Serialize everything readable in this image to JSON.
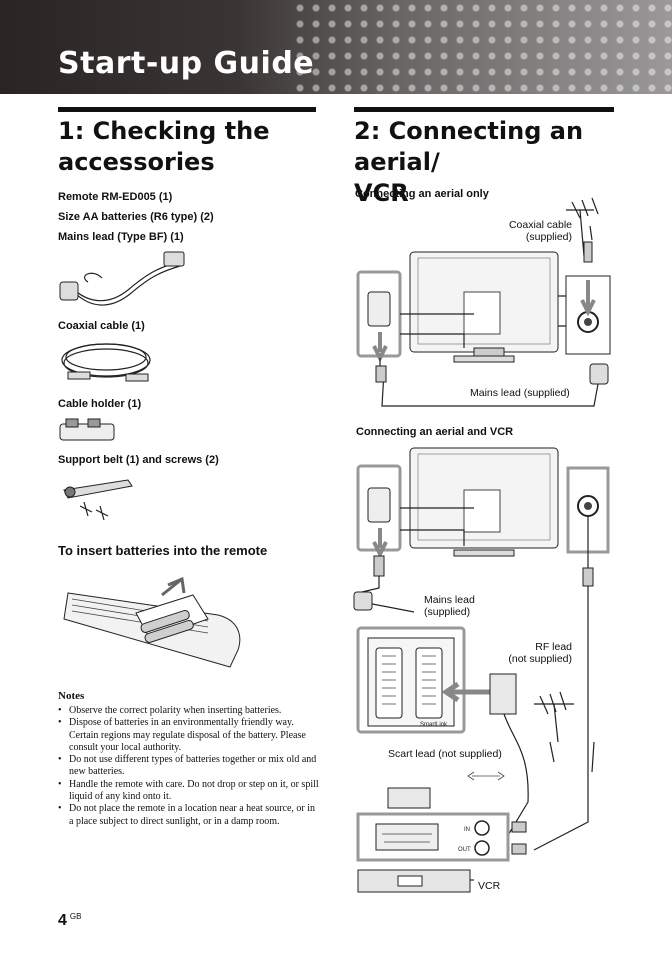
{
  "header": {
    "title": "Start-up Guide"
  },
  "section1": {
    "title_line1": "1: Checking the",
    "title_line2": "accessories",
    "items": [
      "Remote RM-ED005 (1)",
      "Size AA batteries (R6 type) (2)",
      "Mains lead (Type BF) (1)",
      "Coaxial cable (1)",
      "Cable holder (1)",
      "Support belt (1) and screws (2)"
    ],
    "batteries_heading": "To insert batteries into the remote",
    "notes_title": "Notes",
    "notes": [
      "Observe the correct polarity when inserting batteries.",
      "Dispose of batteries in an environmentally friendly way. Certain regions may regulate disposal of the battery. Please consult your local authority.",
      "Do not use different types of batteries together or mix old and new batteries.",
      "Handle the remote with care. Do not drop or step on it, or spill liquid of any kind onto it.",
      "Do not place the remote in a location near a heat source, or in a place subject to direct sunlight, or in a damp room."
    ]
  },
  "section2": {
    "title_line1": "2: Connecting an aerial/",
    "title_line2": "VCR",
    "diagram1": {
      "heading": "Connecting an aerial only",
      "coaxial_line1": "Coaxial cable",
      "coaxial_line2": "(supplied)",
      "mains": "Mains lead (supplied)"
    },
    "diagram2": {
      "heading": "Connecting an aerial and VCR",
      "mains_line1": "Mains lead",
      "mains_line2": "(supplied)",
      "rf_line1": "RF lead",
      "rf_line2": "(not supplied)",
      "scart": "Scart lead (not supplied)",
      "in_label": "IN",
      "out_label": "OUT",
      "vcr": "VCR",
      "smartlink": "SmartLink"
    }
  },
  "footer": {
    "page": "4",
    "region": "GB"
  }
}
